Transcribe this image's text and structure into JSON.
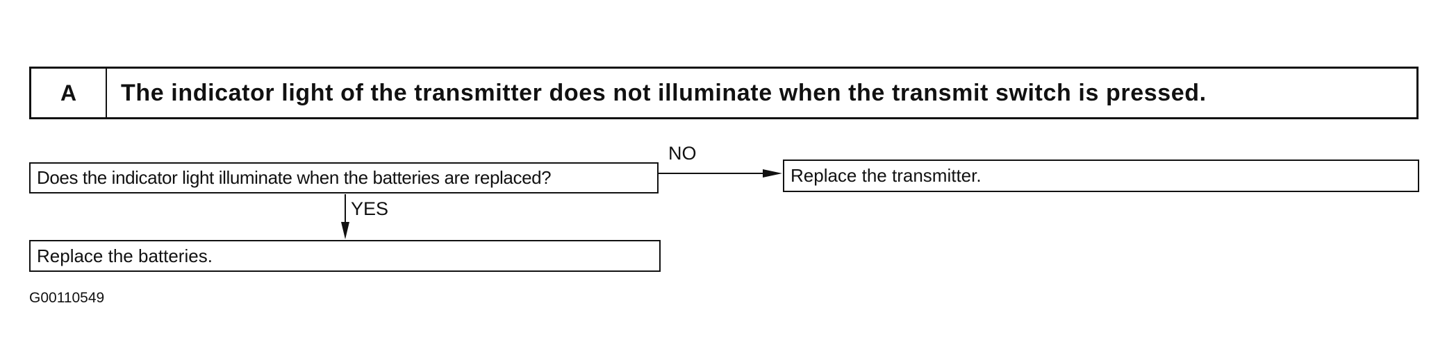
{
  "header": {
    "code": "A",
    "title": "The indicator light of the transmitter does not illuminate when the transmit switch is pressed."
  },
  "flow": {
    "question": "Does the indicator light illuminate when the batteries are replaced?",
    "no_label": "NO",
    "no_action": "Replace the transmitter.",
    "yes_label": "YES",
    "yes_action": "Replace the batteries."
  },
  "figure_code": "G00110549"
}
